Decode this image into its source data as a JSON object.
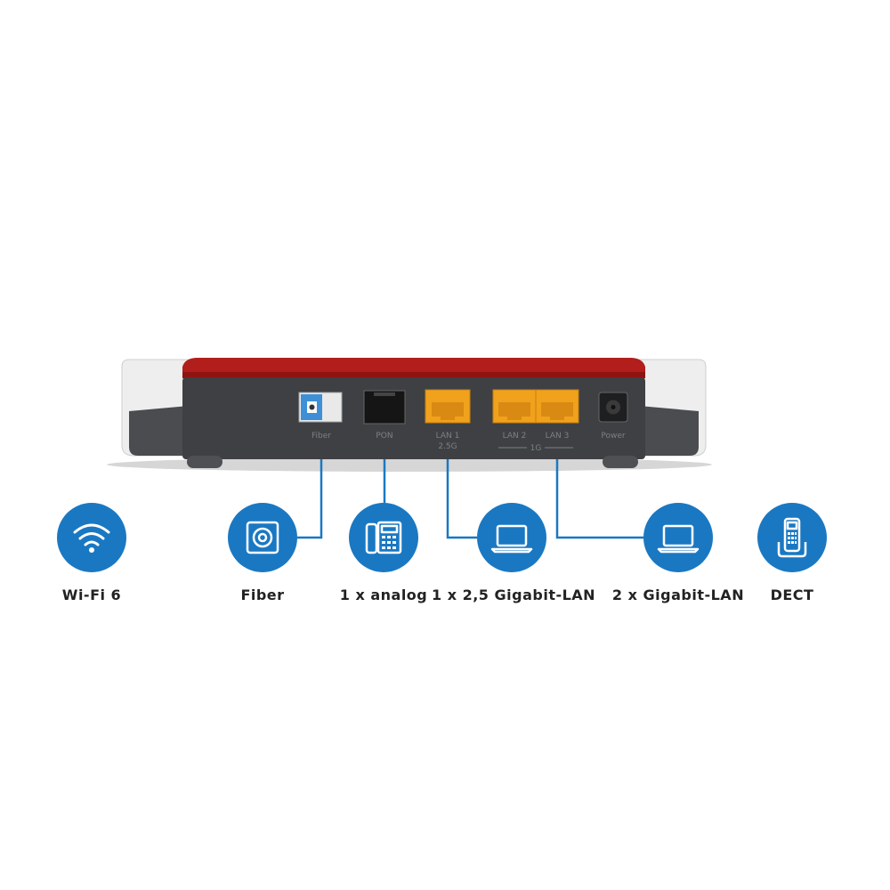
{
  "router": {
    "ports": [
      {
        "id": "fiber",
        "label": "Fiber"
      },
      {
        "id": "pon",
        "label": "PON"
      },
      {
        "id": "lan1",
        "label": "LAN 1",
        "sublabel": "2.5G"
      },
      {
        "id": "lan2",
        "label": "LAN 2"
      },
      {
        "id": "lan3",
        "label": "LAN 3"
      },
      {
        "id": "power",
        "label": "Power"
      }
    ],
    "lan_group_label": "1G",
    "colors": {
      "red_top": "#b11e1b",
      "body": "#3e4043",
      "white_cap": "#f2f2f2",
      "lan_port": "#f0a21c",
      "fiber_port": "#3f8fd6",
      "accent": "#1a78c2"
    }
  },
  "features": [
    {
      "icon": "wifi-icon",
      "label": "Wi-Fi 6"
    },
    {
      "icon": "fiber-icon",
      "label": "Fiber"
    },
    {
      "icon": "phone-icon",
      "label": "1 x analog"
    },
    {
      "icon": "laptop-icon",
      "label": "1 x 2,5 Gigabit-LAN"
    },
    {
      "icon": "laptop-icon",
      "label": "2 x Gigabit-LAN"
    },
    {
      "icon": "dect-phone-icon",
      "label": "DECT"
    }
  ]
}
